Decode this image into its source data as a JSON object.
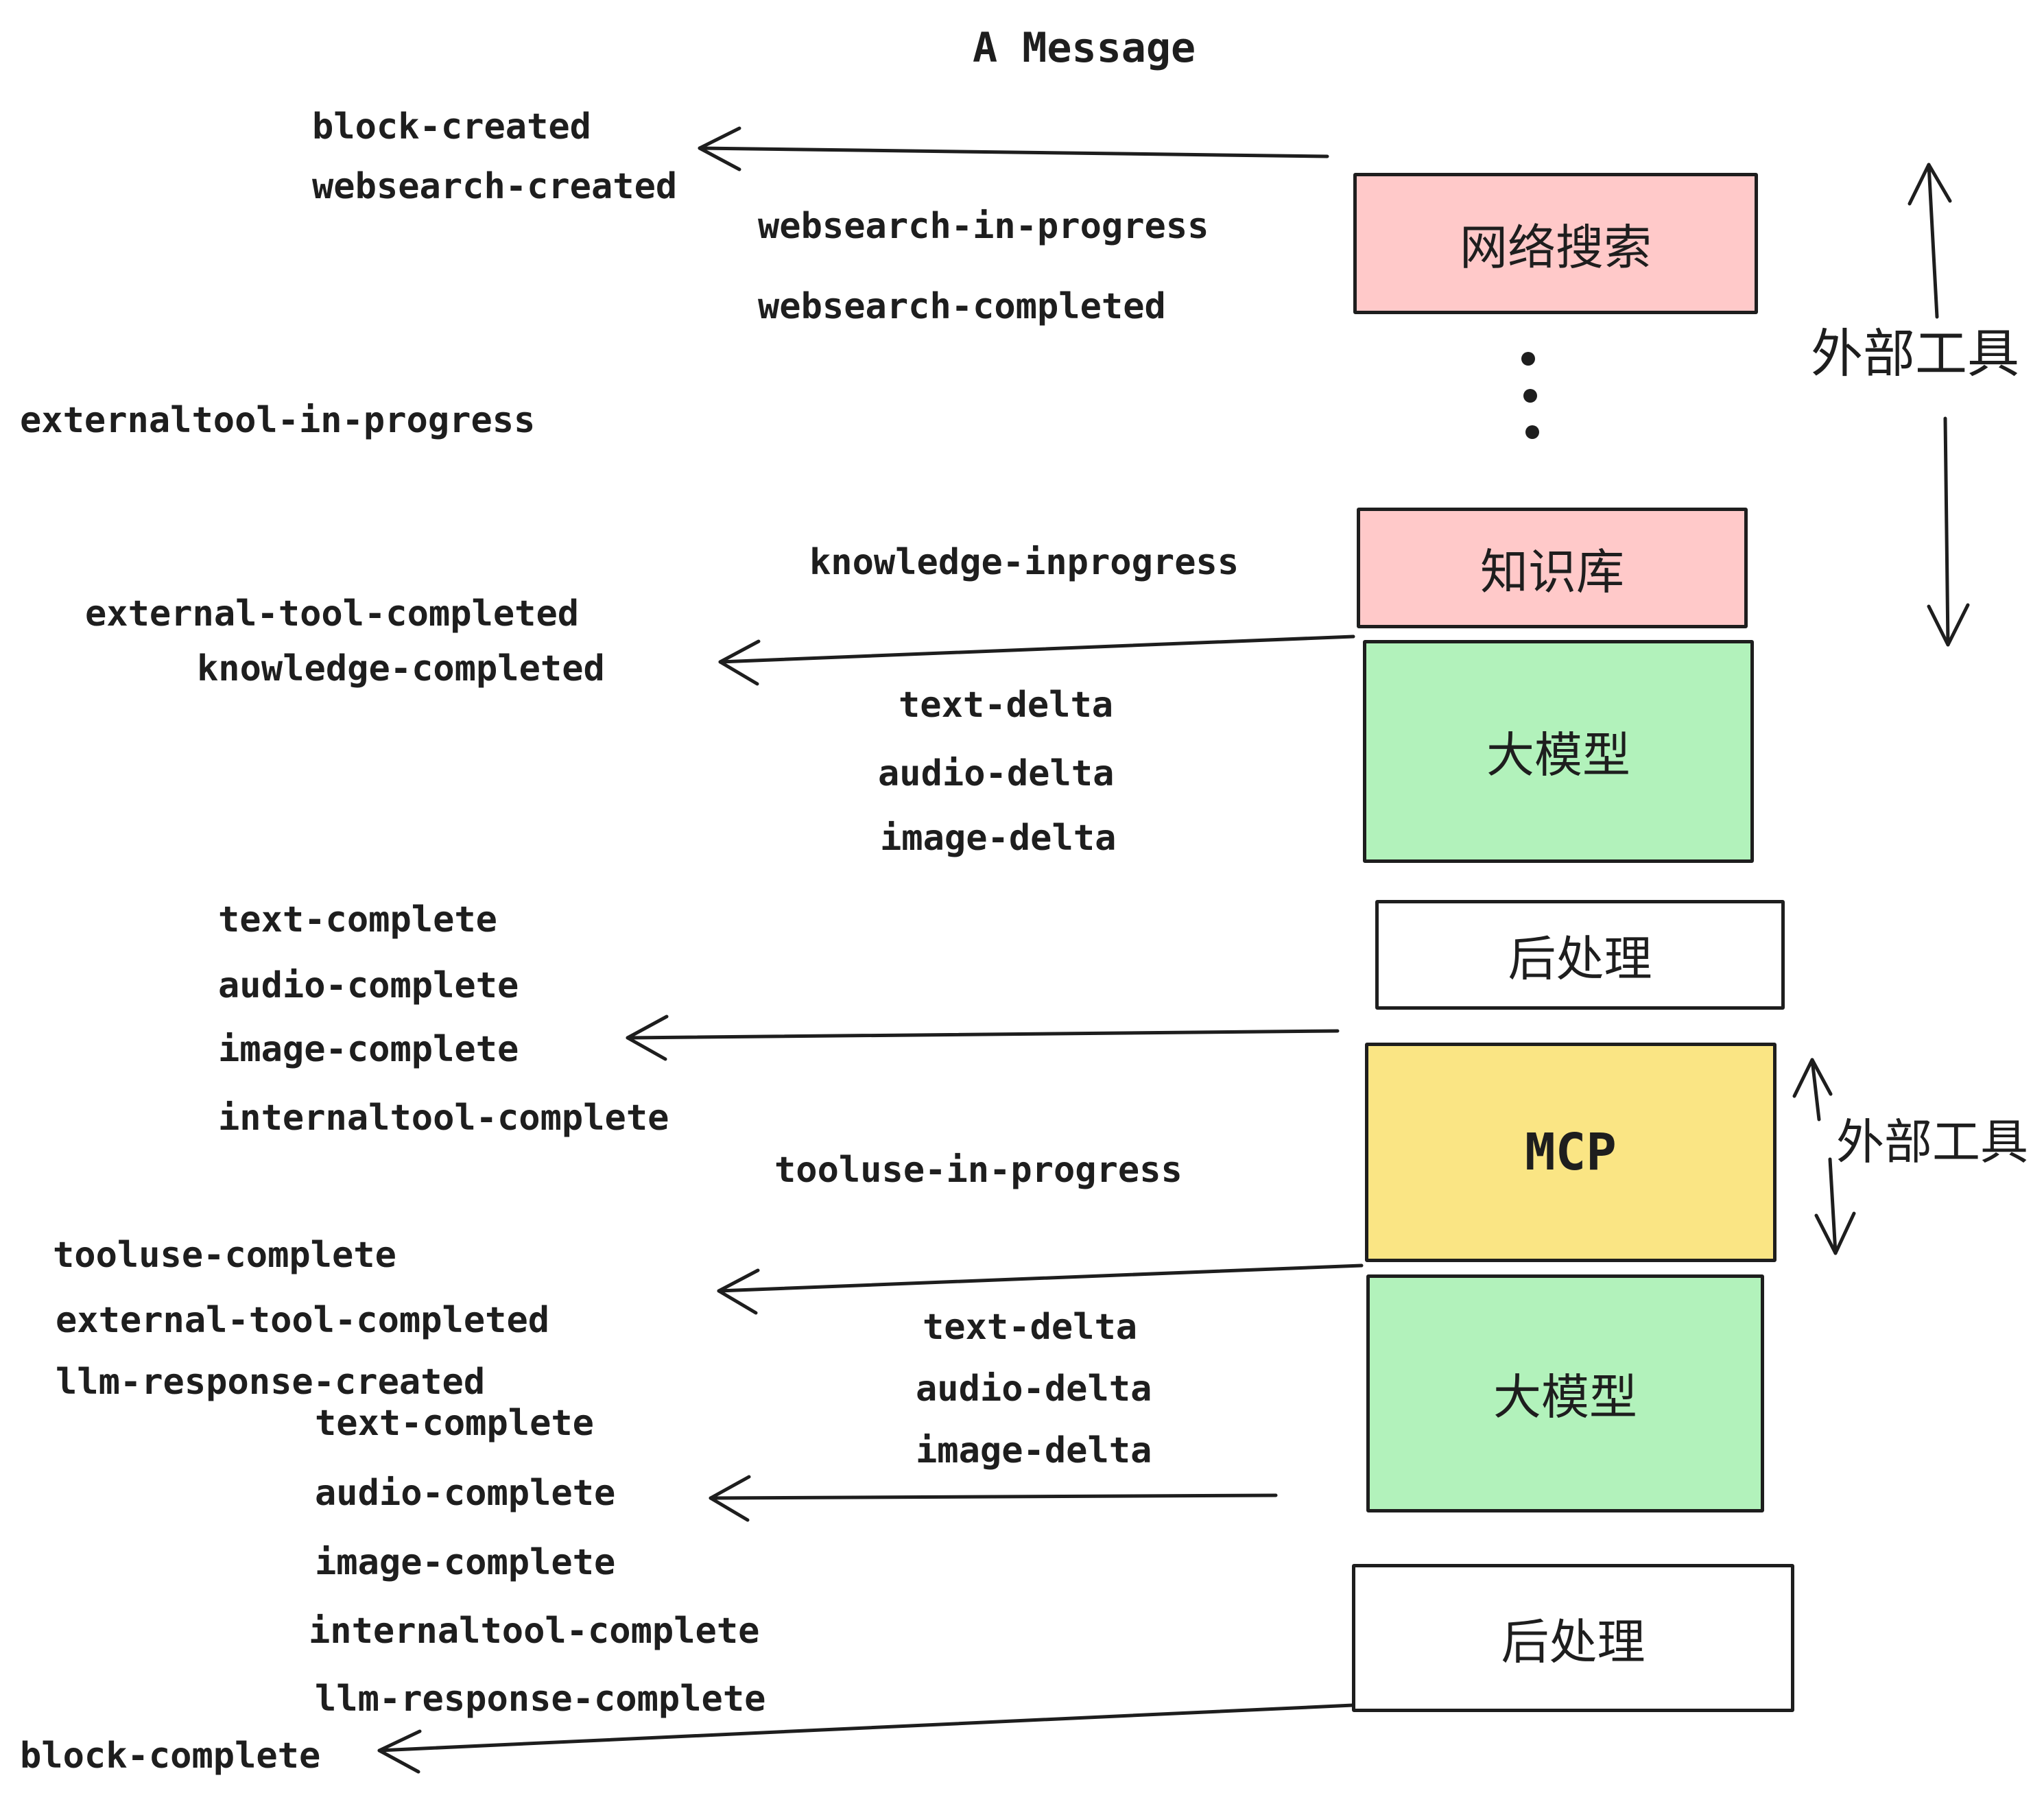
{
  "title": "A Message",
  "colors": {
    "background": "#ffffff",
    "ink": "#1e1e1e",
    "box_pink": "#ffc9c9",
    "box_green": "#b2f2bb",
    "box_yellow": "#fae584",
    "box_white": "#ffffff"
  },
  "boxes": [
    {
      "label": "网络搜索",
      "color": "#ffc9c9"
    },
    {
      "label": "知识库",
      "color": "#ffc9c9"
    },
    {
      "label": "大模型",
      "color": "#b2f2bb"
    },
    {
      "label": "后处理",
      "color": "#ffffff"
    },
    {
      "label": "MCP",
      "color": "#fae584"
    },
    {
      "label": "大模型",
      "color": "#b2f2bb"
    },
    {
      "label": "后处理",
      "color": "#ffffff"
    }
  ],
  "side_labels": [
    {
      "text": "外部工具"
    },
    {
      "text": "外部工具"
    }
  ],
  "events": [
    {
      "text": "block-created"
    },
    {
      "text": "websearch-created"
    },
    {
      "text": "websearch-in-progress"
    },
    {
      "text": "websearch-completed"
    },
    {
      "text": "externaltool-in-progress"
    },
    {
      "text": "knowledge-inprogress"
    },
    {
      "text": "external-tool-completed"
    },
    {
      "text": "knowledge-completed"
    },
    {
      "text": "text-delta"
    },
    {
      "text": "audio-delta"
    },
    {
      "text": "image-delta"
    },
    {
      "text": "text-complete"
    },
    {
      "text": "audio-complete"
    },
    {
      "text": "image-complete"
    },
    {
      "text": "internaltool-complete"
    },
    {
      "text": "tooluse-in-progress"
    },
    {
      "text": "tooluse-complete"
    },
    {
      "text": "external-tool-completed"
    },
    {
      "text": "llm-response-created"
    },
    {
      "text": "text-complete"
    },
    {
      "text": "audio-complete"
    },
    {
      "text": "image-complete"
    },
    {
      "text": "internaltool-complete"
    },
    {
      "text": "llm-response-complete"
    },
    {
      "text": "block-complete"
    },
    {
      "text": "text-delta"
    },
    {
      "text": "audio-delta"
    },
    {
      "text": "image-delta"
    }
  ]
}
